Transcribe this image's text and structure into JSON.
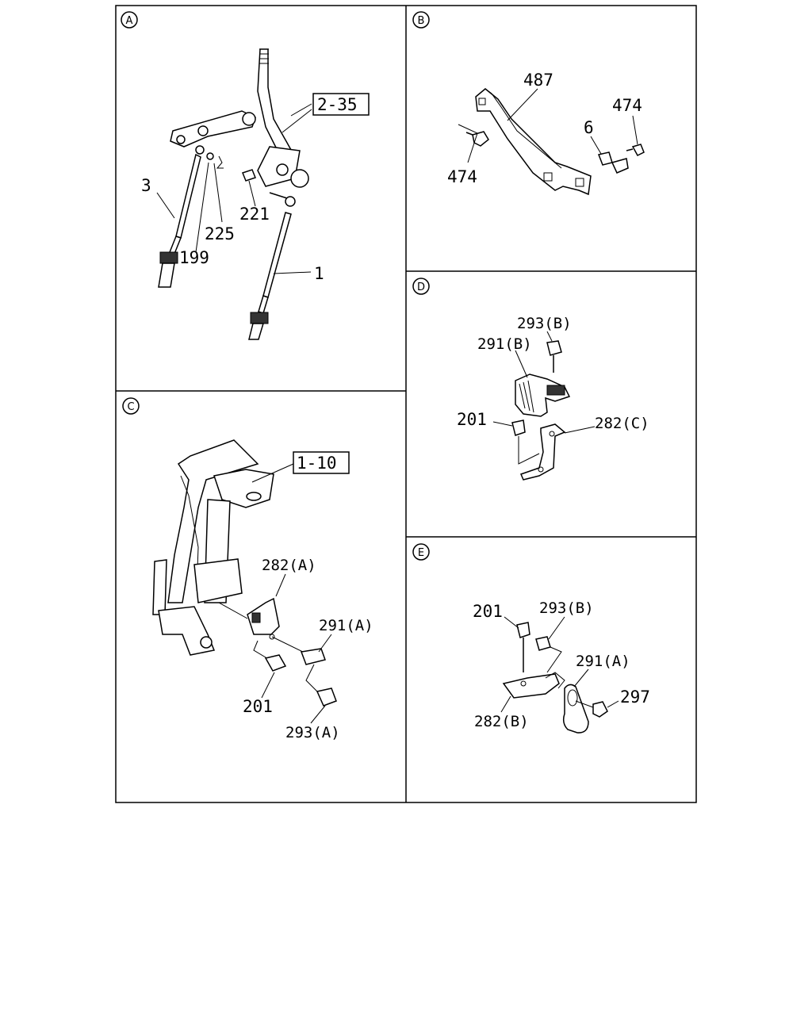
{
  "panels": [
    {
      "id": "A",
      "letter": "A"
    },
    {
      "id": "B",
      "letter": "B"
    },
    {
      "id": "C",
      "letter": "C"
    },
    {
      "id": "D",
      "letter": "D"
    },
    {
      "id": "E",
      "letter": "E"
    }
  ],
  "callouts": {
    "a_2_35": "2-35",
    "a_3": "3",
    "a_225": "225",
    "a_221": "221",
    "a_199": "199",
    "a_1": "1",
    "b_487": "487",
    "b_474_right": "474",
    "b_6": "6",
    "b_474_left": "474",
    "c_1_10": "1-10",
    "c_282a": "282(A)",
    "c_291a": "291(A)",
    "c_201": "201",
    "c_293a": "293(A)",
    "d_293b": "293(B)",
    "d_291b": "291(B)",
    "d_201": "201",
    "d_282c": "282(C)",
    "e_201": "201",
    "e_293b": "293(B)",
    "e_291a": "291(A)",
    "e_297": "297",
    "e_282b": "282(B)"
  }
}
